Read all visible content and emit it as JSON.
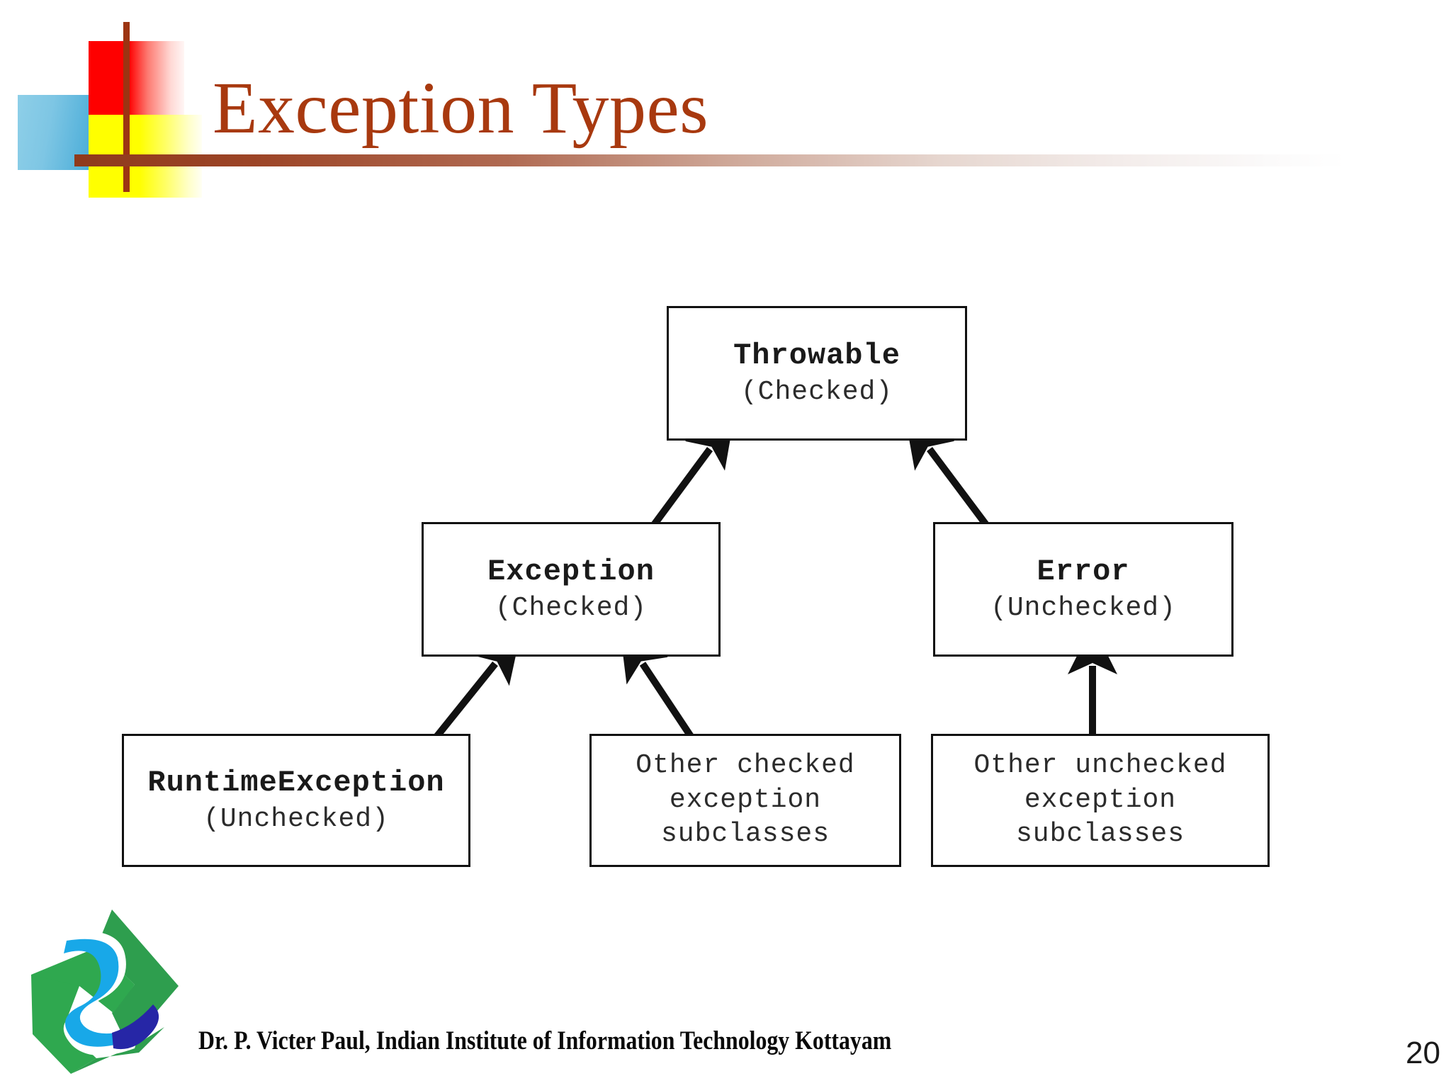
{
  "slide": {
    "title": "Exception Types",
    "title_color": "#a8390f",
    "background": "#ffffff",
    "page_number": "20",
    "footer_text": "Dr. P. Victer Paul, Indian Institute of Information Technology Kottayam"
  },
  "decoration": {
    "red_block_color": "#fe0000",
    "yellow_block_color": "#ffff00",
    "blue_block_color": "#36a3d4",
    "bar_color": "#8f3a1c",
    "logo_green": "#2fa84f",
    "logo_cyan": "#1fa8e0",
    "logo_navy": "#2222a0"
  },
  "diagram": {
    "type": "class-hierarchy",
    "nodes": [
      {
        "id": "throwable",
        "title": "Throwable",
        "subtitle": "(Checked)",
        "lines": []
      },
      {
        "id": "exception",
        "title": "Exception",
        "subtitle": "(Checked)",
        "lines": []
      },
      {
        "id": "error",
        "title": "Error",
        "subtitle": "(Unchecked)",
        "lines": []
      },
      {
        "id": "runtime-exception",
        "title": "RuntimeException",
        "subtitle": "(Unchecked)",
        "lines": []
      },
      {
        "id": "other-checked",
        "title": "",
        "subtitle": "",
        "lines": [
          "Other checked",
          "exception",
          "subclasses"
        ]
      },
      {
        "id": "other-unchecked",
        "title": "",
        "subtitle": "",
        "lines": [
          "Other unchecked",
          "exception",
          "subclasses"
        ]
      }
    ],
    "edges": [
      {
        "from": "exception",
        "to": "throwable",
        "label": ""
      },
      {
        "from": "error",
        "to": "throwable",
        "label": ""
      },
      {
        "from": "runtime-exception",
        "to": "exception",
        "label": ""
      },
      {
        "from": "other-checked",
        "to": "exception",
        "label": ""
      },
      {
        "from": "other-unchecked",
        "to": "error",
        "label": ""
      }
    ],
    "edge_color": "#111111"
  }
}
